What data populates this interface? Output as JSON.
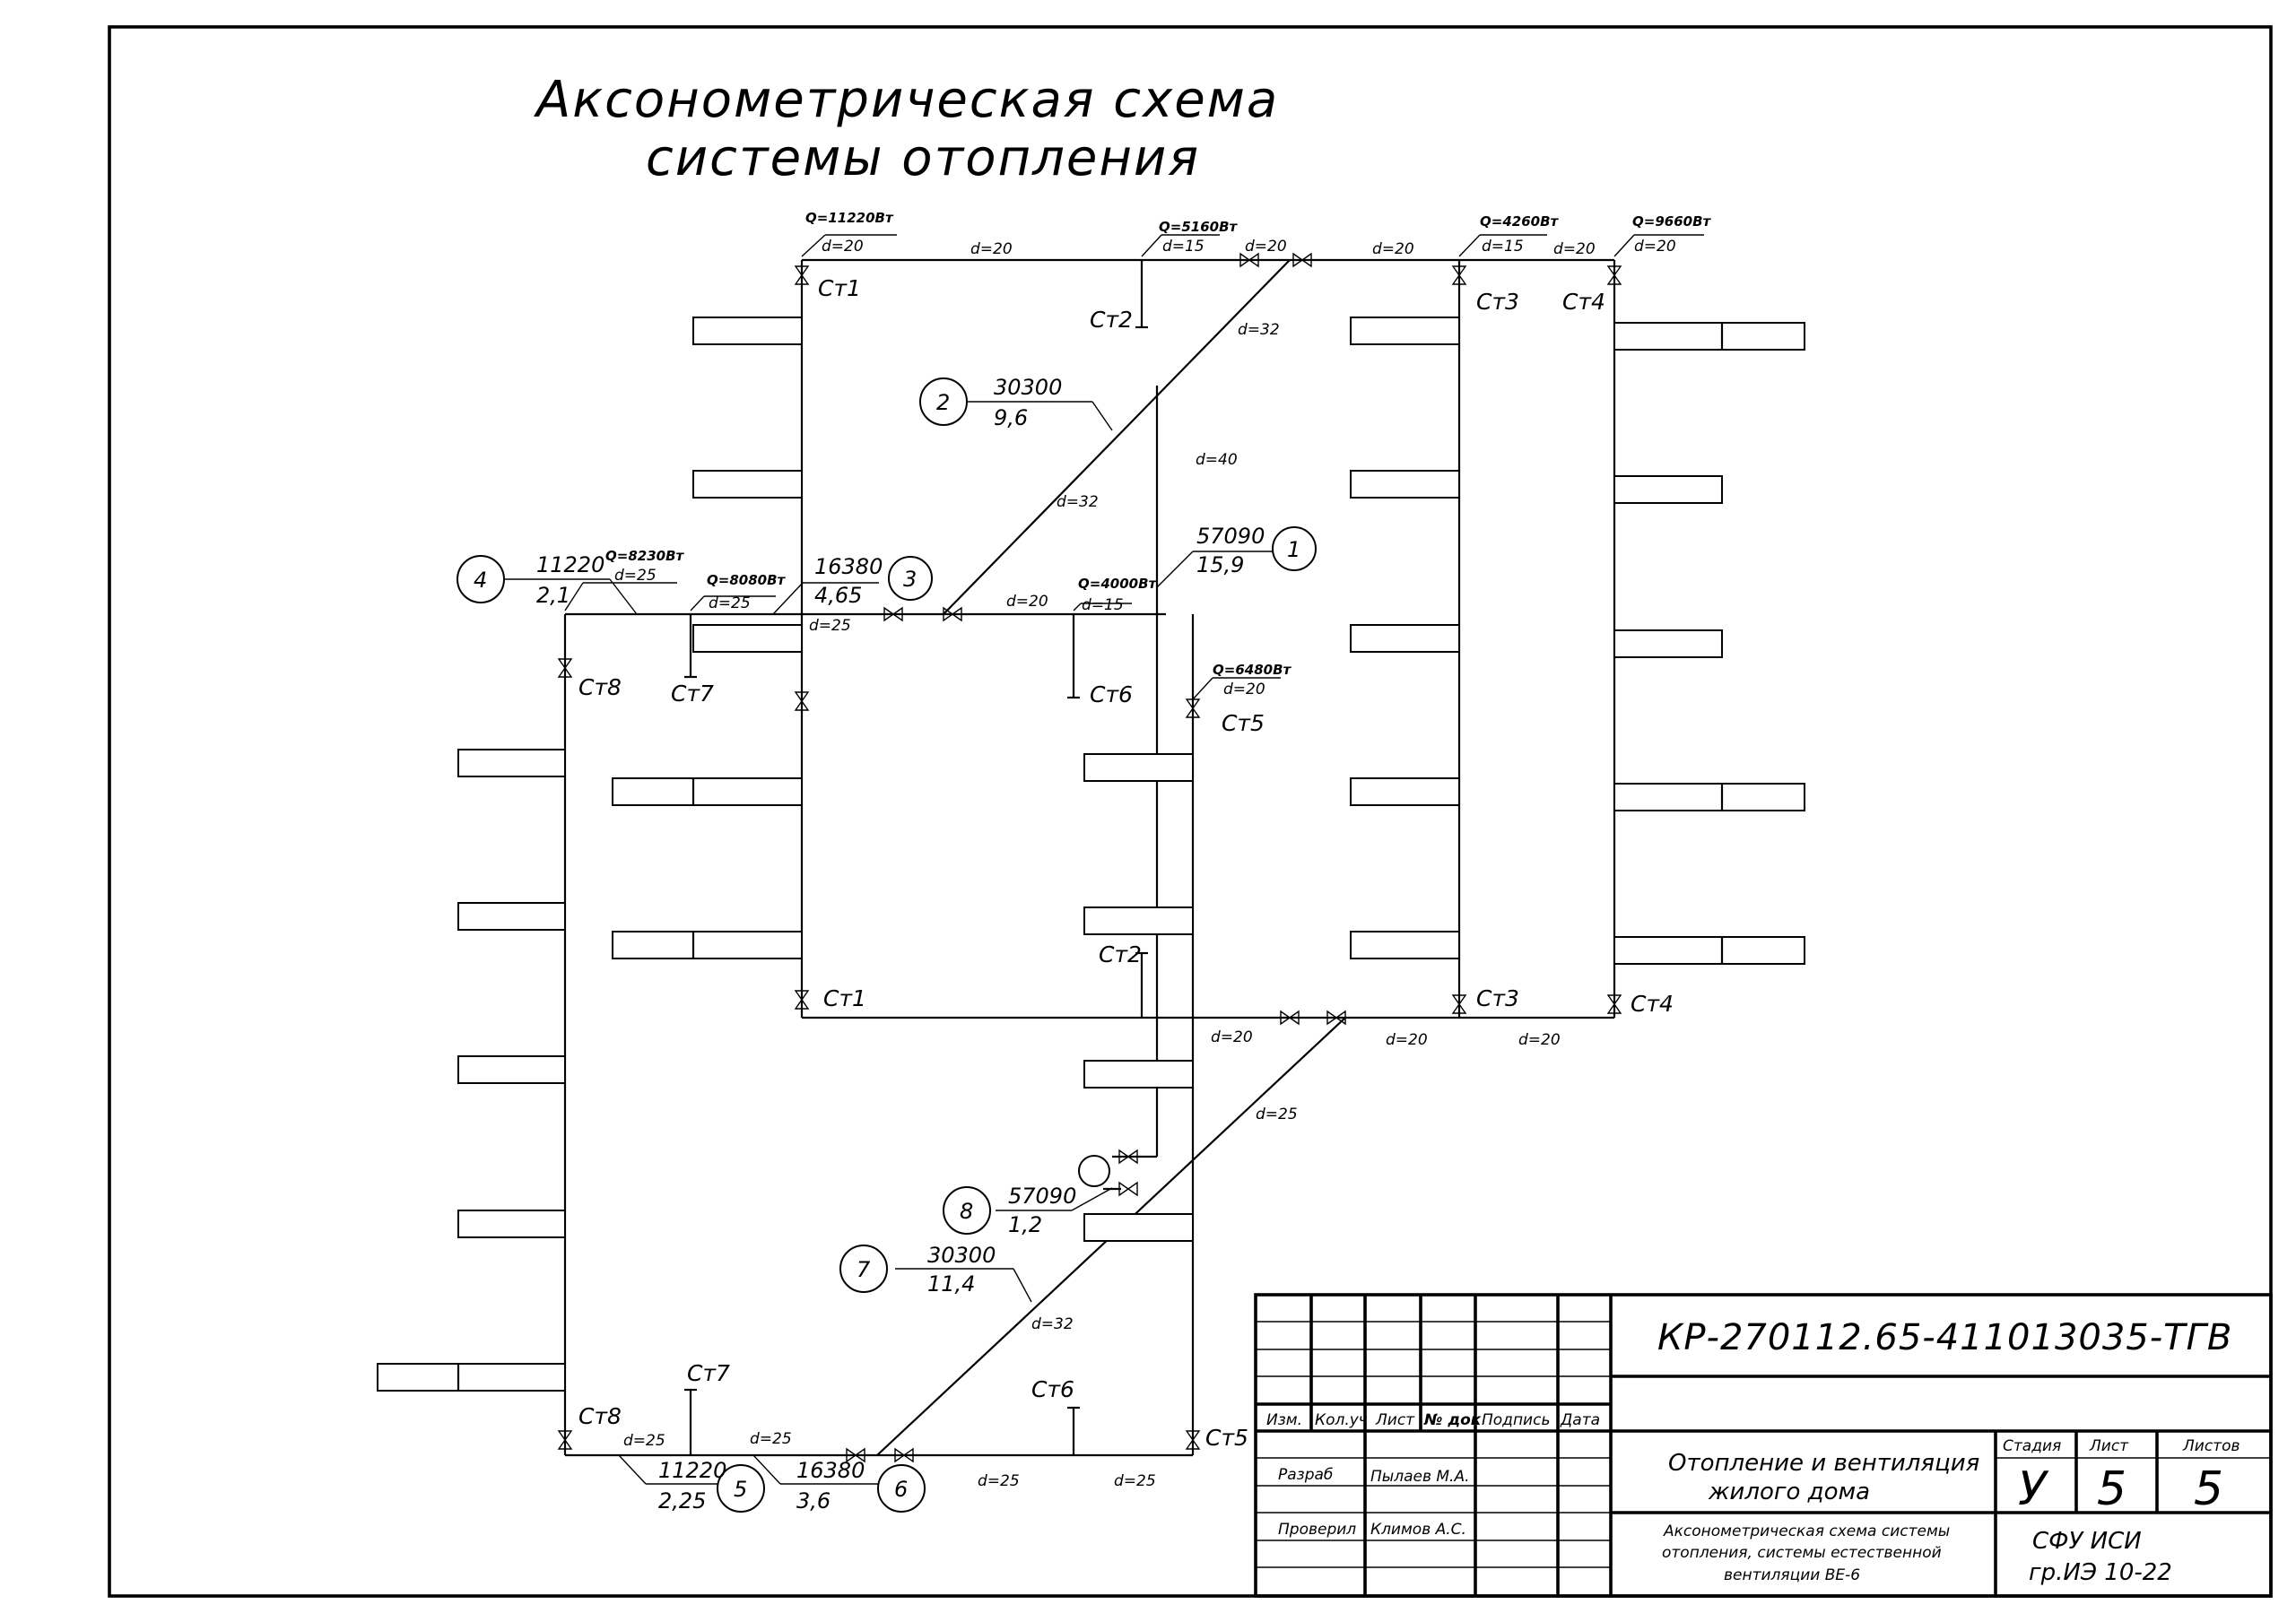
{
  "title": {
    "line1": "Аксонометрическая схема",
    "line2": "системы отопления"
  },
  "risers": {
    "st1_top": "Ст1",
    "st1_bottom": "Ст1",
    "st2_top": "Ст2",
    "st2_bottom": "Ст2",
    "st3_top": "Ст3",
    "st3_bottom": "Ст3",
    "st4_top": "Ст4",
    "st4_bottom": "Ст4",
    "st5_top": "Ст5",
    "st5_bottom": "Ст5",
    "st6_top": "Ст6",
    "st6_bottom": "Ст6",
    "st7_top": "Ст7",
    "st7_bottom": "Ст7",
    "st8_top": "Ст8",
    "st8_bottom": "Ст8"
  },
  "loads": {
    "st1": {
      "q": "Q=11220Вт",
      "d": "d=20"
    },
    "st2": {
      "q": "Q=5160Вт",
      "d": "d=15"
    },
    "st3": {
      "q": "Q=4260Вт",
      "d": "d=15"
    },
    "st4": {
      "q": "Q=9660Вт",
      "d": "d=20"
    },
    "st5": {
      "q": "Q=6480Вт",
      "d": "d=20"
    },
    "st6": {
      "q": "Q=4000Вт",
      "d": "d=15"
    },
    "st7": {
      "q": "Q=8080Вт",
      "d": "d=25"
    },
    "st8": {
      "q": "Q=8230Вт",
      "d": "d=25"
    }
  },
  "diameters": {
    "top_a": "d=20",
    "top_b": "d=20",
    "top_c": "d=20",
    "top_d": "d=20",
    "diag_upper": "d=32",
    "diag_mid": "d=32",
    "main_riser": "d=40",
    "mid_a": "d=25",
    "mid_b": "d=20",
    "ret_a": "d=20",
    "ret_b": "d=20",
    "ret_c": "d=20",
    "diag_ret_upper": "d=25",
    "diag_ret_lower": "d=32",
    "bot_a": "d=25",
    "bot_b": "d=25",
    "bot_c": "d=25",
    "bot_d": "d=25"
  },
  "sections": {
    "s1": {
      "num": "1",
      "load": "57090",
      "len": "15,9"
    },
    "s2": {
      "num": "2",
      "load": "30300",
      "len": "9,6"
    },
    "s3": {
      "num": "3",
      "load": "16380",
      "len": "4,65"
    },
    "s4": {
      "num": "4",
      "load": "11220",
      "len": "2,1"
    },
    "s5": {
      "num": "5",
      "load": "11220",
      "len": "2,25"
    },
    "s6": {
      "num": "6",
      "load": "16380",
      "len": "3,6"
    },
    "s7": {
      "num": "7",
      "load": "30300",
      "len": "11,4"
    },
    "s8": {
      "num": "8",
      "load": "57090",
      "len": "1,2"
    }
  },
  "title_block": {
    "code": "КР-270112.65-411013035-ТГВ",
    "col_izm": "Изм.",
    "col_kol": "Кол.уч",
    "col_list": "Лист",
    "col_doc": "№ док",
    "col_sign": "Подпись",
    "col_date": "Дата",
    "row_razrab": "Разраб",
    "razrab_name": "Пылаев М.А.",
    "row_prov": "Проверил",
    "prov_name": "Климов А.С.",
    "project_line1": "Отопление и вентиляция",
    "project_line2": "жилого дома",
    "h_stage": "Стадия",
    "h_sheet": "Лист",
    "h_sheets": "Листов",
    "v_stage": "У",
    "v_sheet": "5",
    "v_sheets": "5",
    "desc_line1": "Аксонометрическая схема системы",
    "desc_line2": "отопления, системы естественной",
    "desc_line3": "вентиляции ВЕ-6",
    "org_line1": "СФУ ИСИ",
    "org_line2": "гр.ИЭ 10-22"
  }
}
